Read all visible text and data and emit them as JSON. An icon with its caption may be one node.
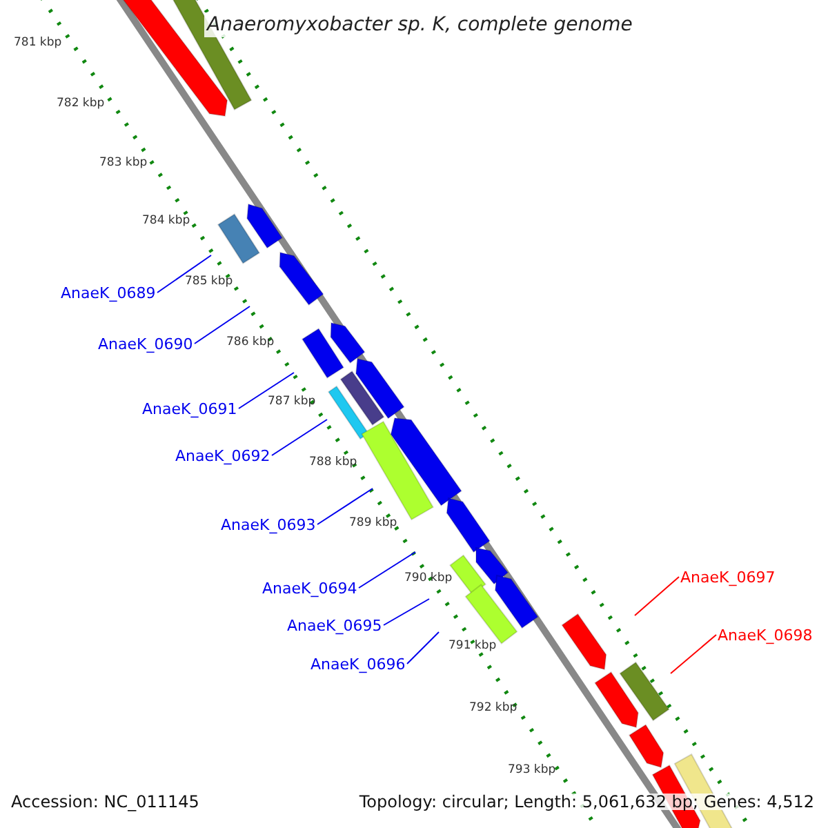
{
  "diagram": {
    "title": "Anaeromyxobacter sp. K, complete genome",
    "nodes": [
      {
        "text": [
          "AnaeK_0689"
        ]
      },
      {
        "text": [
          "AnaeK_0690"
        ]
      },
      {
        "text": [
          "AnaeK_0691"
        ]
      },
      {
        "text": [
          "AnaeK_0692"
        ]
      },
      {
        "text": [
          "AnaeK_0693"
        ]
      },
      {
        "text": [
          "AnaeK_0694"
        ]
      },
      {
        "text": [
          "AnaeK_0695"
        ]
      },
      {
        "text": [
          "AnaeK_0696"
        ]
      },
      {
        "text": [
          "AnaeK_0697"
        ]
      },
      {
        "text": [
          "AnaeK_0698"
        ]
      }
    ],
    "edges": [
      {
        "from": 0,
        "to": null,
        "arrow": "none"
      },
      {
        "from": 1,
        "to": null,
        "arrow": "none"
      },
      {
        "from": 2,
        "to": null,
        "arrow": "none"
      },
      {
        "from": 3,
        "to": null,
        "arrow": "none"
      },
      {
        "from": 4,
        "to": null,
        "arrow": "none"
      },
      {
        "from": 5,
        "to": null,
        "arrow": "none"
      },
      {
        "from": 6,
        "to": null,
        "arrow": "none"
      },
      {
        "from": 7,
        "to": null,
        "arrow": "none"
      },
      {
        "from": 8,
        "to": null,
        "arrow": "none",
        "color": "#ff0000"
      },
      {
        "from": 9,
        "to": null,
        "arrow": "none",
        "color": "#ff0000"
      }
    ],
    "labels": [
      "781 kbp",
      "782 kbp",
      "783 kbp",
      "784 kbp",
      "785 kbp",
      "786 kbp",
      "787 kbp",
      "788 kbp",
      "789 kbp",
      "790 kbp",
      "791 kbp",
      "792 kbp",
      "793 kbp",
      "Accession: NC_011145",
      "Topology: circular; Length: 5,061,632 bp; Genes: 4,512"
    ]
  }
}
